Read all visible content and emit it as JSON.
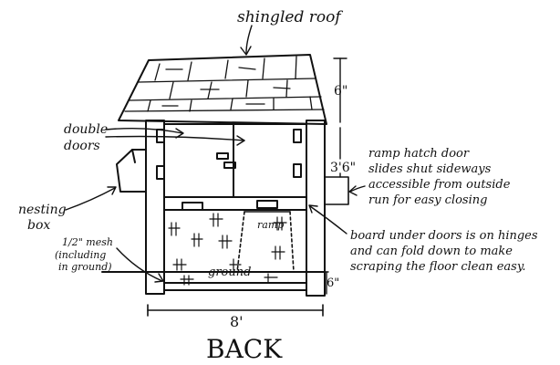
{
  "labels": {
    "roof": "shingled roof",
    "double_doors_1": "double",
    "double_doors_2": "doors",
    "nesting_box_1": "nesting",
    "nesting_box_2": "box",
    "mesh_1": "1/2\" mesh",
    "mesh_2": "(including",
    "mesh_3": "in ground)",
    "ramp": "ramp",
    "ground": "ground",
    "ramp_hatch_1": "ramp hatch door",
    "ramp_hatch_2": "slides shut sideways",
    "ramp_hatch_3": "accessible from outside",
    "ramp_hatch_4": "run for easy closing",
    "board_1": "board under doors is on hinges",
    "board_2": "and can fold down to make",
    "board_3": "scraping the floor clean easy.",
    "view_title": "BACK"
  },
  "dimensions": {
    "roof_height": "6\"",
    "post_height": "3'6\"",
    "ground_depth": "6\"",
    "width": "8'"
  }
}
